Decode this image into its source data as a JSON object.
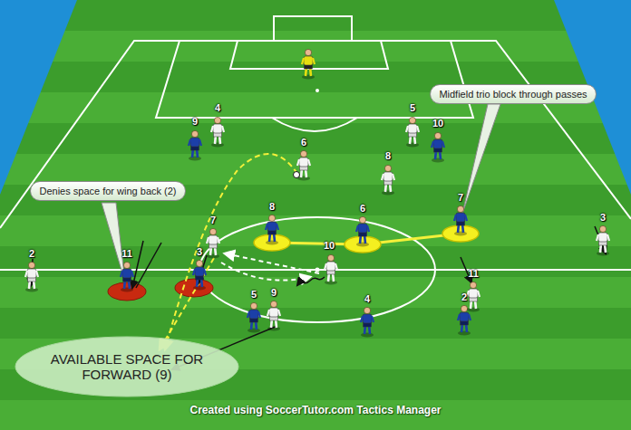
{
  "diagram": {
    "nodes": [
      {
        "text": [
          "Midfield trio block through passes"
        ]
      },
      {
        "text": [
          "Denies space for wing back (2)"
        ]
      },
      {
        "text": [
          "AVAILABLE SPACE FOR FORWARD (9)"
        ]
      }
    ],
    "labels": [
      "9",
      "4",
      "5",
      "10",
      "6",
      "8",
      "8",
      "6",
      "7",
      "7",
      "3",
      "10",
      "2",
      "11",
      "3",
      "11",
      "9",
      "5",
      "4",
      "2",
      "Created using SoccerTutor.com Tactics Manager"
    ]
  }
}
